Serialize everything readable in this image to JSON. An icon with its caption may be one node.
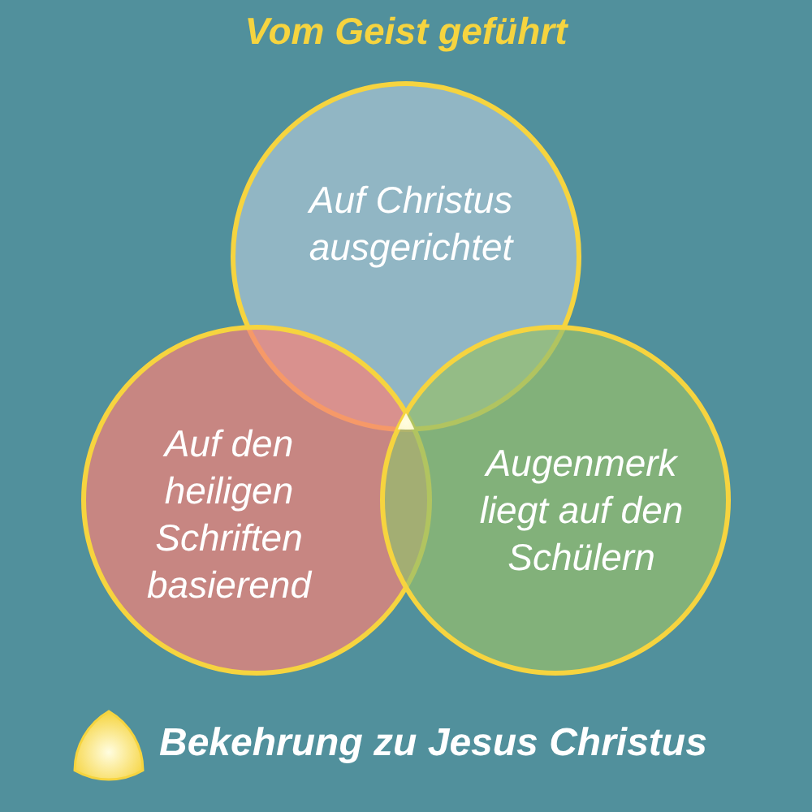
{
  "diagram": {
    "title": "Vom Geist geführt",
    "nodes": [
      {
        "text": [
          "Auf Christus ausgerichtet"
        ]
      },
      {
        "text": [
          "Auf den heiligen Schriften basierend"
        ]
      },
      {
        "text": [
          "Augenmerk liegt auf den Schülern"
        ]
      }
    ],
    "legend": [
      {
        "text": "Bekehrung zu Jesus Christus"
      }
    ]
  }
}
